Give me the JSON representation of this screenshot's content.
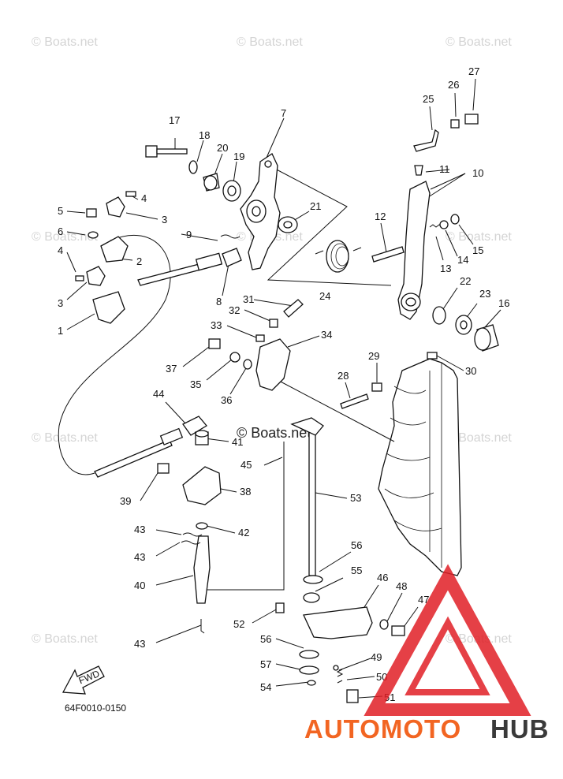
{
  "diagram": {
    "part_number": "64F0010-0150",
    "fwd_label": "FWD",
    "watermark_text": "© Boats.net",
    "logo": {
      "part1": "AUTOMOTO",
      "part2": "HUB",
      "color_accent": "#f26522",
      "color_dark": "#3a3a3a",
      "triangle_color": "#e01f26"
    },
    "callouts": [
      {
        "id": "c1",
        "text": "1"
      },
      {
        "id": "c2",
        "text": "2"
      },
      {
        "id": "c3a",
        "text": "3"
      },
      {
        "id": "c3b",
        "text": "3"
      },
      {
        "id": "c4a",
        "text": "4"
      },
      {
        "id": "c4b",
        "text": "4"
      },
      {
        "id": "c5",
        "text": "5"
      },
      {
        "id": "c6",
        "text": "6"
      },
      {
        "id": "c7",
        "text": "7"
      },
      {
        "id": "c8",
        "text": "8"
      },
      {
        "id": "c9",
        "text": "9"
      },
      {
        "id": "c10",
        "text": "10"
      },
      {
        "id": "c11",
        "text": "11"
      },
      {
        "id": "c12",
        "text": "12"
      },
      {
        "id": "c13",
        "text": "13"
      },
      {
        "id": "c14",
        "text": "14"
      },
      {
        "id": "c15",
        "text": "15"
      },
      {
        "id": "c16",
        "text": "16"
      },
      {
        "id": "c17",
        "text": "17"
      },
      {
        "id": "c18",
        "text": "18"
      },
      {
        "id": "c19",
        "text": "19"
      },
      {
        "id": "c20",
        "text": "20"
      },
      {
        "id": "c21",
        "text": "21"
      },
      {
        "id": "c22",
        "text": "22"
      },
      {
        "id": "c23",
        "text": "23"
      },
      {
        "id": "c24",
        "text": "24"
      },
      {
        "id": "c25",
        "text": "25"
      },
      {
        "id": "c26",
        "text": "26"
      },
      {
        "id": "c27",
        "text": "27"
      },
      {
        "id": "c28",
        "text": "28"
      },
      {
        "id": "c29",
        "text": "29"
      },
      {
        "id": "c30",
        "text": "30"
      },
      {
        "id": "c31",
        "text": "31"
      },
      {
        "id": "c32",
        "text": "32"
      },
      {
        "id": "c33",
        "text": "33"
      },
      {
        "id": "c34",
        "text": "34"
      },
      {
        "id": "c35",
        "text": "35"
      },
      {
        "id": "c36",
        "text": "36"
      },
      {
        "id": "c37",
        "text": "37"
      },
      {
        "id": "c38",
        "text": "38"
      },
      {
        "id": "c39",
        "text": "39"
      },
      {
        "id": "c40",
        "text": "40"
      },
      {
        "id": "c41",
        "text": "41"
      },
      {
        "id": "c42",
        "text": "42"
      },
      {
        "id": "c43a",
        "text": "43"
      },
      {
        "id": "c43b",
        "text": "43"
      },
      {
        "id": "c43c",
        "text": "43"
      },
      {
        "id": "c44",
        "text": "44"
      },
      {
        "id": "c45",
        "text": "45"
      },
      {
        "id": "c46",
        "text": "46"
      },
      {
        "id": "c47",
        "text": "47"
      },
      {
        "id": "c48",
        "text": "48"
      },
      {
        "id": "c49",
        "text": "49"
      },
      {
        "id": "c50",
        "text": "50"
      },
      {
        "id": "c51",
        "text": "51"
      },
      {
        "id": "c52",
        "text": "52"
      },
      {
        "id": "c53",
        "text": "53"
      },
      {
        "id": "c54",
        "text": "54"
      },
      {
        "id": "c55",
        "text": "55"
      },
      {
        "id": "c56a",
        "text": "56"
      },
      {
        "id": "c56b",
        "text": "56"
      },
      {
        "id": "c57",
        "text": "57"
      }
    ]
  }
}
